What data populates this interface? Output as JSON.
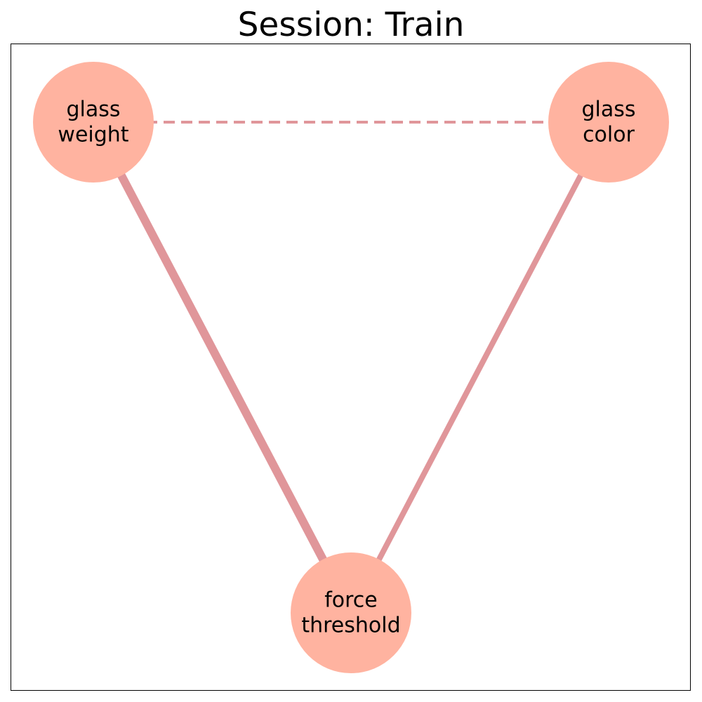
{
  "title": "Session: Train",
  "colors": {
    "node_fill": "#ffb3a0",
    "edge": "#e0969a",
    "frame": "#000000",
    "text": "#000000"
  },
  "nodes": [
    {
      "id": "glass-weight",
      "label_lines": [
        "glass",
        "weight"
      ]
    },
    {
      "id": "glass-color",
      "label_lines": [
        "glass",
        "color"
      ]
    },
    {
      "id": "force-threshold",
      "label_lines": [
        "force",
        "threshold"
      ]
    }
  ],
  "edges": [
    {
      "from": "glass-weight",
      "to": "glass-color",
      "style": "dashed"
    },
    {
      "from": "glass-weight",
      "to": "force-threshold",
      "style": "solid",
      "weight": "heavy"
    },
    {
      "from": "glass-color",
      "to": "force-threshold",
      "style": "solid",
      "weight": "medium"
    }
  ]
}
